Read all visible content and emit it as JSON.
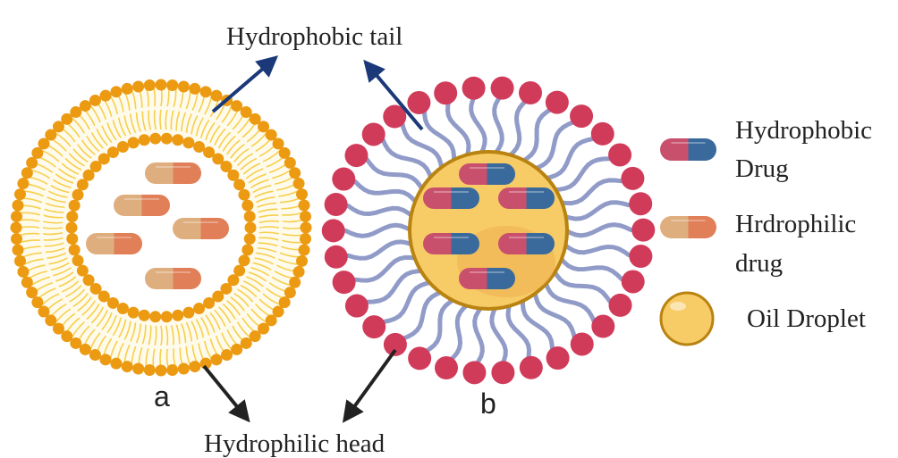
{
  "labels": {
    "hydrophobic_tail": "Hydrophobic tail",
    "hydrophilic_head": "Hydrophilic head",
    "panel_a": "a",
    "panel_b": "b"
  },
  "legend": {
    "hydrophobic_drug_line1": "Hydrophobic",
    "hydrophobic_drug_line2": "Drug",
    "hydrophilic_drug_line1": "Hrdrophilic",
    "hydrophilic_drug_line2": "drug",
    "oil_droplet": "Oil Droplet"
  },
  "colors": {
    "liposome_head": "#EB9A12",
    "liposome_tail": "#F6CF4E",
    "liposome_fill": "#FFFBEC",
    "micelle_head": "#D13B5A",
    "micelle_tail": "#919BC8",
    "oil_fill": "#F7CB66",
    "oil_stroke": "#B98311",
    "hydrophobic_drug_left": "#C9506C",
    "hydrophobic_drug_right": "#3A6A9B",
    "hydrophilic_drug_left": "#DFAE7F",
    "hydrophilic_drug_right": "#E07F58",
    "arrow_tail": "#1B3878",
    "arrow_head": "#222222"
  }
}
